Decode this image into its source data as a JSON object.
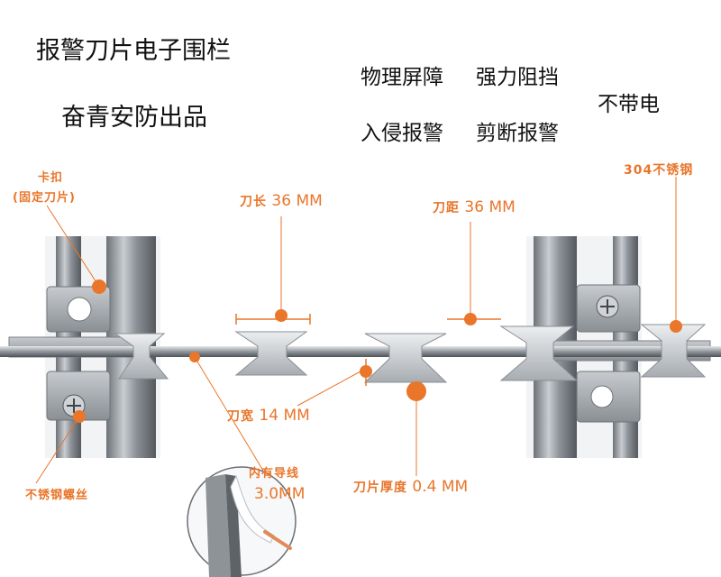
{
  "header": {
    "title": "报警刀片电子围栏",
    "subtitle": "奋青安防出品"
  },
  "features": {
    "physical_barrier": "物理屏障",
    "strong_block": "强力阻挡",
    "no_power": "不带电",
    "intrusion_alarm": "入侵报警",
    "cut_alarm": "剪断报警"
  },
  "callouts": {
    "clip_label": "卡扣",
    "clip_note": "(固定刀片)",
    "material": "304不锈钢",
    "blade_length_prefix": "刀长",
    "blade_length_value": "36 MM",
    "blade_spacing_prefix": "刀距",
    "blade_spacing_value": "36 MM",
    "blade_width_prefix": "刀宽",
    "blade_width_value": "14 MM",
    "blade_thickness_prefix": "刀片厚度",
    "blade_thickness_value": "0.4 MM",
    "inner_wire_label": "内有导线",
    "inner_wire_value": "3.0MM",
    "screw_label": "不锈钢螺丝"
  },
  "colors": {
    "accent": "#e9762b",
    "text": "#111111",
    "steel": "#9aa0a6"
  }
}
